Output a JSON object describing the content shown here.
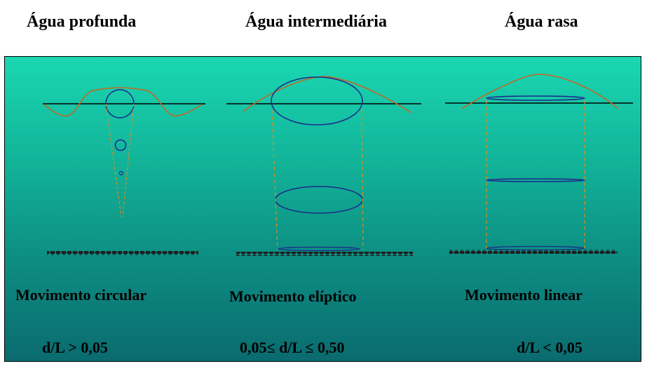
{
  "columns": [
    {
      "title": "Água profunda",
      "motion": "Movimento circular",
      "condition": "d/L > 0,05"
    },
    {
      "title": "Água intermediária",
      "motion": "Movimento elíptico",
      "condition": "0,05≤ d/L ≤ 0,50"
    },
    {
      "title": "Água rasa",
      "motion": "Movimento linear",
      "condition": "d/L < 0,05"
    }
  ],
  "colors": {
    "wave": "#c8641e",
    "orbit": "#1c2a8c",
    "still_water_line": "#000000",
    "seabed": "#1e1e1e",
    "projection_line": "#e08a1a",
    "background_top": "#1ad7b2",
    "background_bottom": "#0b6b6f"
  }
}
